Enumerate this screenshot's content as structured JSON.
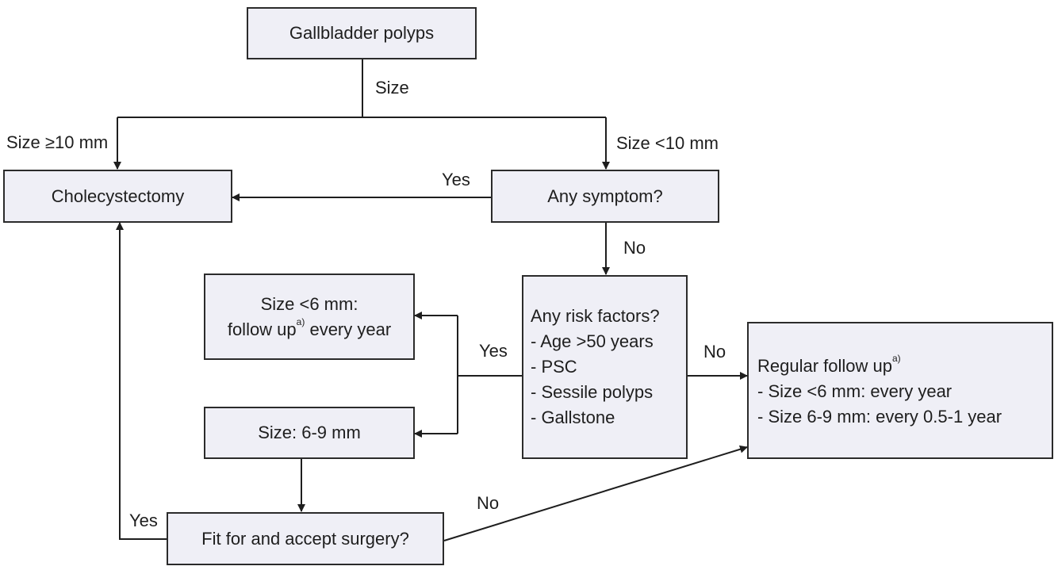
{
  "nodes": {
    "gallbladder": "Gallbladder polyps",
    "cholecystectomy": "Cholecystectomy",
    "symptom": "Any symptom?",
    "small": {
      "line1": "Size <6 mm:",
      "line2a": "follow up",
      "line2sup": "a)",
      "line2b": " every year"
    },
    "risk": {
      "title": "Any risk factors?",
      "items": [
        "- Age >50 years",
        "- PSC",
        "- Sessile polyps",
        "- Gallstone"
      ]
    },
    "medium": "Size: 6-9 mm",
    "regular": {
      "title": "Regular follow up",
      "title_sup": "a)",
      "items": [
        "- Size <6 mm: every year",
        "- Size 6-9 mm: every 0.5-1 year"
      ]
    },
    "surgery": "Fit for and accept surgery?"
  },
  "edge_labels": {
    "size": "Size",
    "ge10": "Size ≥10 mm",
    "lt10": "Size <10 mm",
    "yes_symptom": "Yes",
    "no_symptom": "No",
    "yes_risk": "Yes",
    "no_risk": "No",
    "yes_surgery": "Yes",
    "no_surgery": "No"
  }
}
